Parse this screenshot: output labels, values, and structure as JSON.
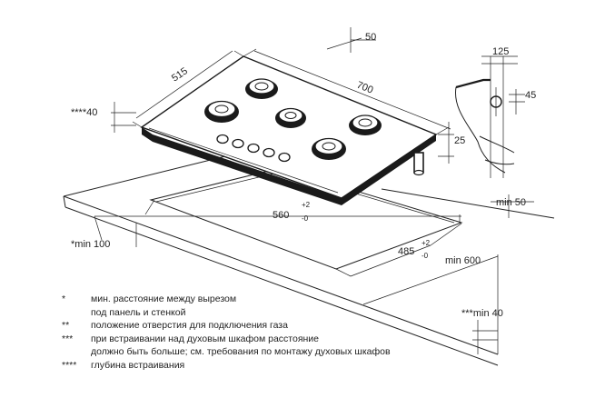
{
  "dimensions": {
    "d50_top": "50",
    "d515": "515",
    "d700": "700",
    "d40_depth": "****40",
    "d125": "125",
    "d45": "45",
    "d25": "25",
    "d560": "560",
    "d560_tol_plus": "+2",
    "d560_tol_minus": "-0",
    "d485": "485",
    "d485_tol_plus": "+2",
    "d485_tol_minus": "-0",
    "min50": "min 50",
    "min100": "*min 100",
    "min600": "min 600",
    "min40": "***min 40"
  },
  "legend": [
    {
      "mark": "*",
      "text": "мин. расстояние между вырезом"
    },
    {
      "mark": "",
      "text": "под панель и стенкой"
    },
    {
      "mark": "**",
      "text": "положение отверстия для подключения газа"
    },
    {
      "mark": "***",
      "text": "при встраивании над духовым шкафом расстояние"
    },
    {
      "mark": "",
      "text": "должно быть больше; см. требования по монтажу духовых шкафов"
    },
    {
      "mark": "****",
      "text": "глубина встраивания"
    }
  ]
}
